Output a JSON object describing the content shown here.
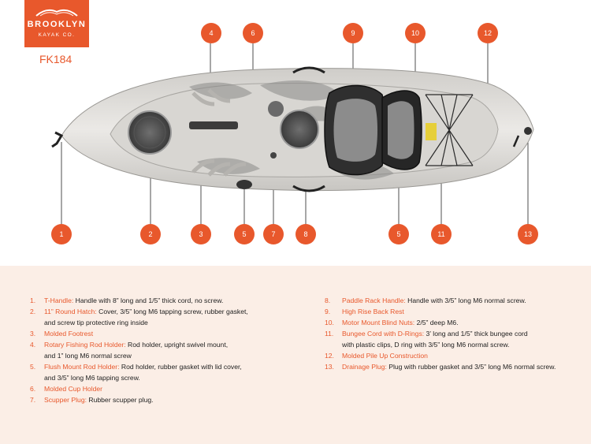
{
  "brand": {
    "name": "BROOKLYN",
    "sub": "KAYAK CO.",
    "color": "#e8582c"
  },
  "model": "FK184",
  "callouts_top": [
    "4",
    "6",
    "9",
    "10",
    "12"
  ],
  "callouts_bottom": [
    "1",
    "2",
    "3",
    "5",
    "7",
    "8",
    "5",
    "11",
    "13"
  ],
  "parts_left": [
    {
      "num": "1.",
      "term": "T-Handle:",
      "desc": " Handle with 8” long and 1/5” thick cord, no screw.",
      "cont": []
    },
    {
      "num": "2.",
      "term": "11” Round Hatch:",
      "desc": " Cover, 3/5” long M6 tapping screw, rubber gasket,",
      "cont": [
        "and screw tip protective ring inside"
      ]
    },
    {
      "num": "3.",
      "term": "Molded Footrest",
      "desc": "",
      "cont": []
    },
    {
      "num": "4.",
      "term": "Rotary Fishing Rod Holder:",
      "desc": " Rod holder, upright swivel mount,",
      "cont": [
        "and 1” long M6 normal screw"
      ]
    },
    {
      "num": "5.",
      "term": "Flush Mount Rod Holder:",
      "desc": " Rod holder, rubber gasket with lid cover,",
      "cont": [
        "and 3/5” long M6 tapping screw."
      ]
    },
    {
      "num": "6.",
      "term": "Molded Cup Holder",
      "desc": "",
      "cont": []
    },
    {
      "num": "7.",
      "term": "Scupper Plug:",
      "desc": " Rubber scupper plug.",
      "cont": []
    }
  ],
  "parts_right": [
    {
      "num": "8.",
      "term": "Paddle Rack Handle:",
      "desc": " Handle with 3/5” long M6 normal screw.",
      "cont": []
    },
    {
      "num": "9.",
      "term": "High Rise Back Rest",
      "desc": "",
      "cont": []
    },
    {
      "num": "10.",
      "term": "Motor Mount Blind Nuts:",
      "desc": " 2/5” deep M6.",
      "cont": []
    },
    {
      "num": "11.",
      "term": "Bungee Cord with D-Rings:",
      "desc": " 3’ long and 1/5” thick bungee cord",
      "cont": [
        "with plastic clips, D ring with 3/5” long M6 normal screw."
      ]
    },
    {
      "num": "12.",
      "term": "Molded Pile Up Construction",
      "desc": "",
      "cont": []
    },
    {
      "num": "13.",
      "term": "Drainage Plug:",
      "desc": " Plug with rubber gasket and 3/5” long M6 normal screw.",
      "cont": []
    }
  ]
}
